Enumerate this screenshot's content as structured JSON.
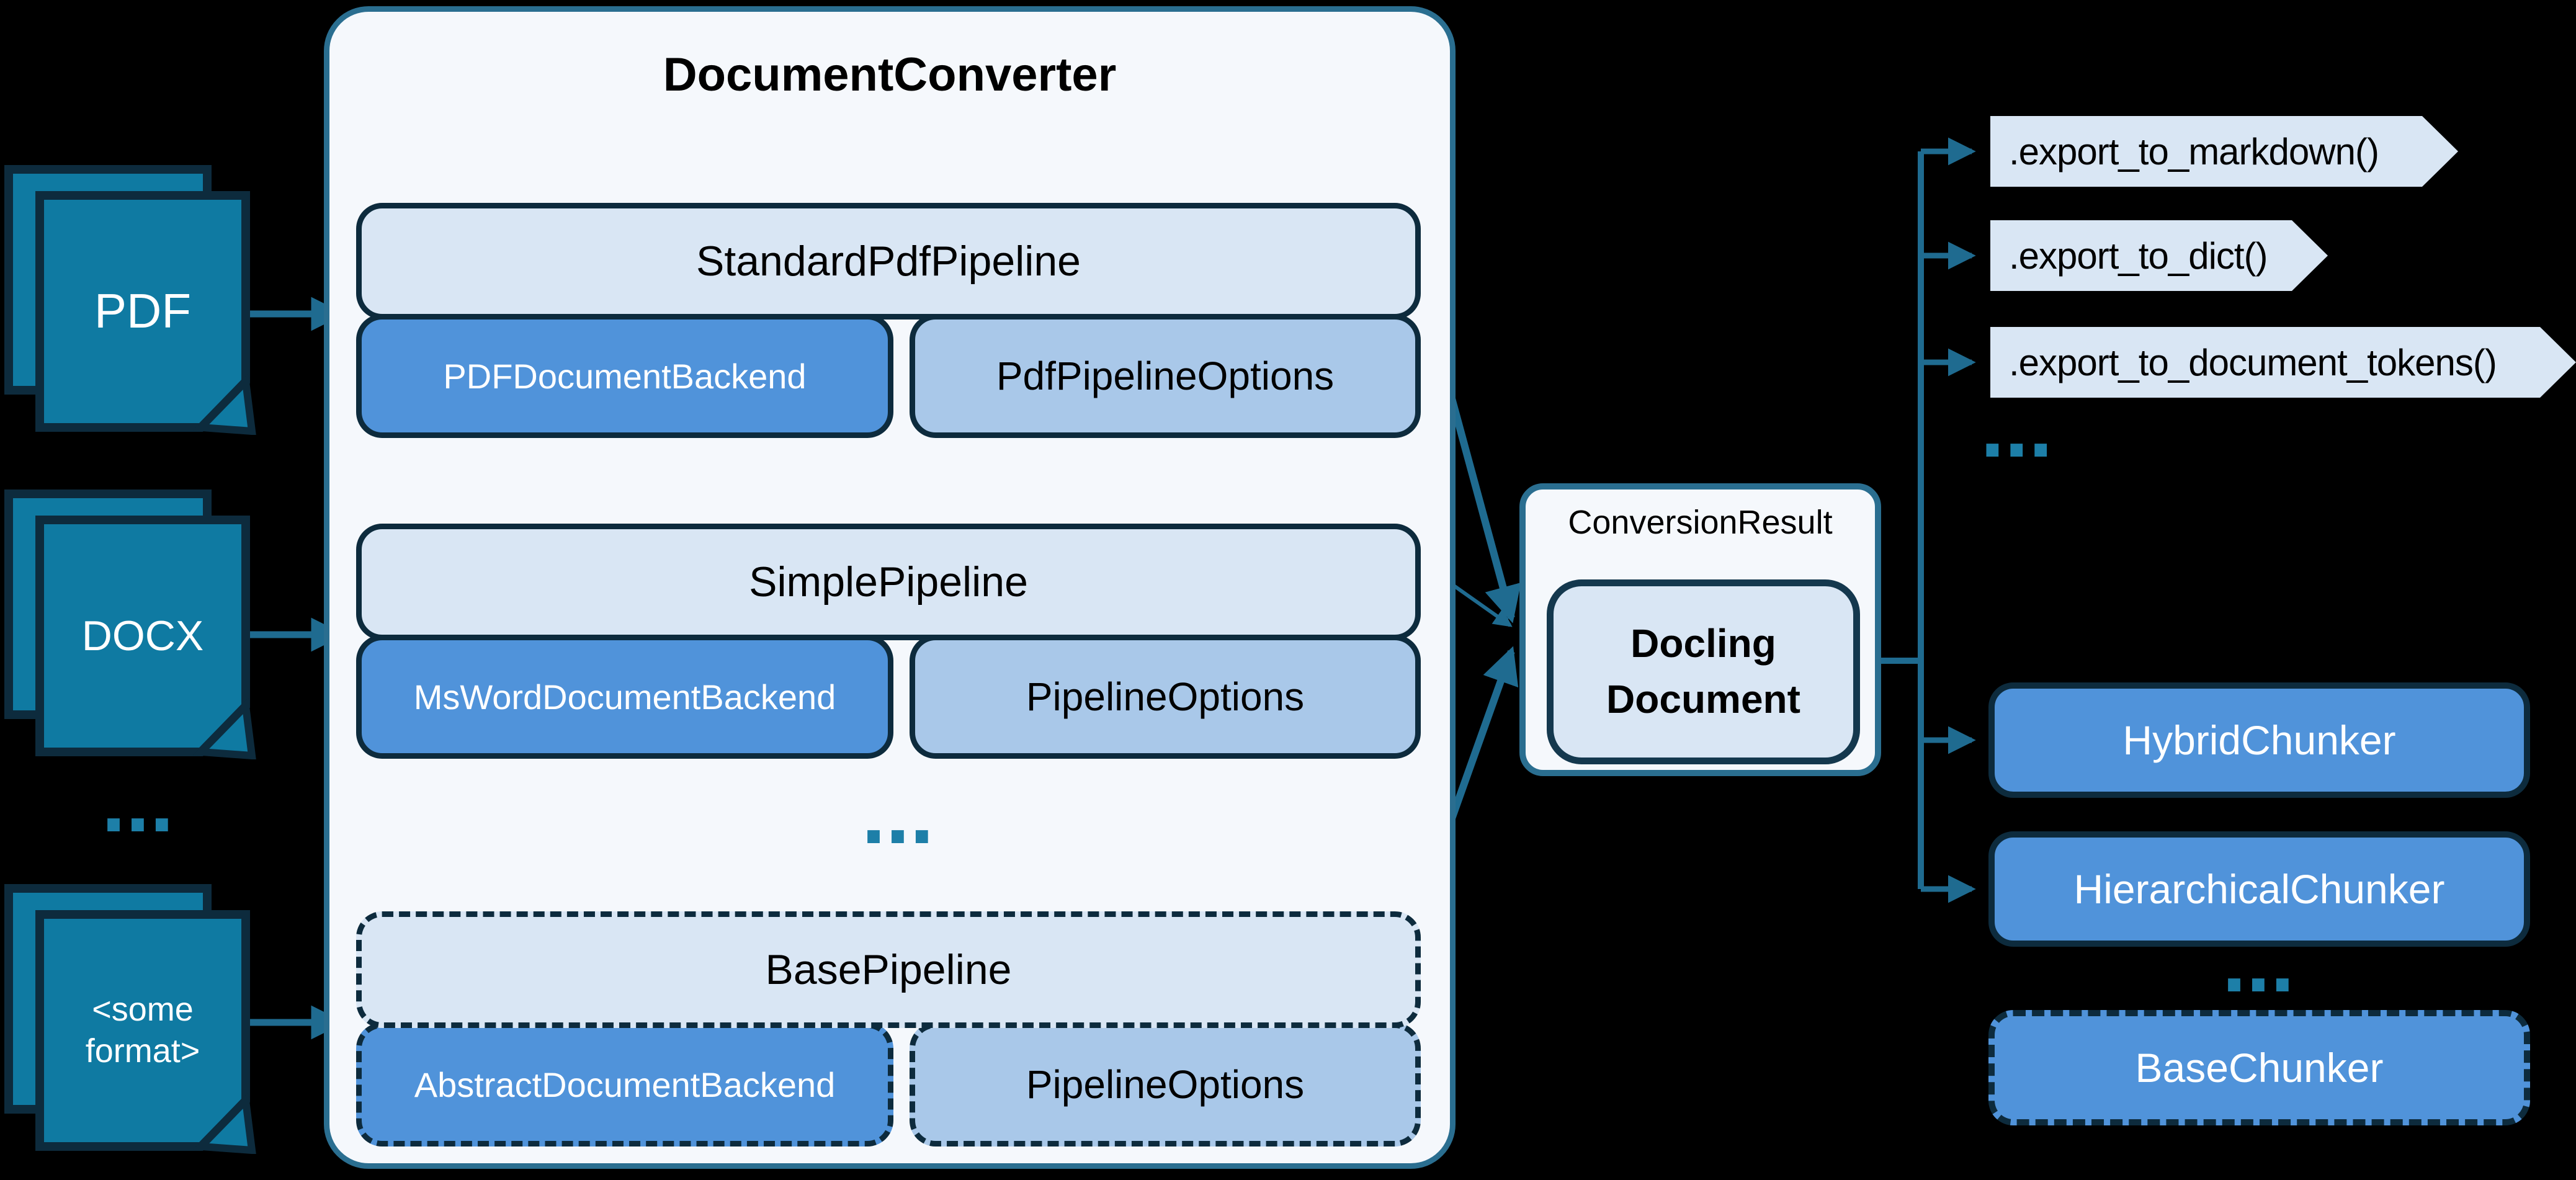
{
  "title": "DocumentConverter",
  "inputs": {
    "pdf": "PDF",
    "docx": "DOCX",
    "other_line1": "<some",
    "other_line2": "format>"
  },
  "ellipsis": "...",
  "pipelines": [
    {
      "name": "StandardPdfPipeline",
      "backend": "PDFDocumentBackend",
      "options": "PdfPipelineOptions",
      "dashed": false
    },
    {
      "name": "SimplePipeline",
      "backend": "MsWordDocumentBackend",
      "options": "PipelineOptions",
      "dashed": false
    },
    {
      "name": "BasePipeline",
      "backend": "AbstractDocumentBackend",
      "options": "PipelineOptions",
      "dashed": true
    }
  ],
  "result": {
    "label": "ConversionResult",
    "doc_line1": "Docling",
    "doc_line2": "Document"
  },
  "exports": [
    {
      "label": ".export_to_markdown()"
    },
    {
      "label": ".export_to_dict()"
    },
    {
      "label": ".export_to_document_tokens()"
    }
  ],
  "chunkers": [
    {
      "label": "HybridChunker",
      "dashed": false
    },
    {
      "label": "HierarchicalChunker",
      "dashed": false
    },
    {
      "label": "BaseChunker",
      "dashed": true
    }
  ],
  "colors": {
    "document_teal": "#0f7aa2",
    "arrow_teal": "#1f6b90",
    "dark_navy": "#0d2b3d",
    "light_blue": "#d9e6f4",
    "options_blue": "#a9c8e9",
    "medium_blue": "#5093da",
    "panel_fill": "#f5f8fc",
    "panel_border": "#2a6e90",
    "dots_teal": "#1d7fa8"
  }
}
